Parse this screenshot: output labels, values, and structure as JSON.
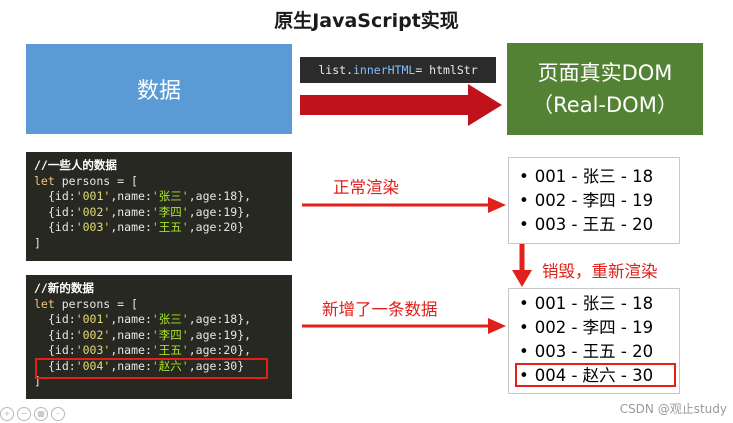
{
  "title": "原生JavaScript实现",
  "top_boxes": {
    "data_label": "数据",
    "dom_label_line1": "页面真实DOM",
    "dom_label_line2": "（Real-DOM）"
  },
  "code_label": {
    "obj": "list.",
    "prop": "innerHTML",
    "rest": " = htmlStr"
  },
  "code1": {
    "comment": "//一些人的数据",
    "decl": "let persons = [",
    "rows": [
      {
        "id": "'001'",
        "name": "'张三'",
        "age": "18"
      },
      {
        "id": "'002'",
        "name": "'李四'",
        "age": "19"
      },
      {
        "id": "'003'",
        "name": "'王五'",
        "age": "20"
      }
    ],
    "close": "]"
  },
  "code2": {
    "comment": "//新的数据",
    "decl": "let persons = [",
    "rows": [
      {
        "id": "'001'",
        "name": "'张三'",
        "age": "18"
      },
      {
        "id": "'002'",
        "name": "'李四'",
        "age": "19"
      },
      {
        "id": "'003'",
        "name": "'王五'",
        "age": "20"
      },
      {
        "id": "'004'",
        "name": "'赵六'",
        "age": "30"
      }
    ],
    "close": "]"
  },
  "arrows": {
    "render": "正常渲染",
    "add": "新增了一条数据",
    "destroy": "销毁，重新渲染"
  },
  "list1": [
    "001 - 张三 - 18",
    "002 - 李四 - 19",
    "003 - 王五 - 20"
  ],
  "list2": [
    "001 - 张三 - 18",
    "002 - 李四 - 19",
    "003 - 王五 - 20",
    "004 - 赵六 - 30"
  ],
  "watermark": "CSDN @观止study",
  "colors": {
    "data_box": "#5b9bd5",
    "dom_box": "#548235",
    "arrow_red": "#e0201b",
    "code_bg": "#272822"
  }
}
